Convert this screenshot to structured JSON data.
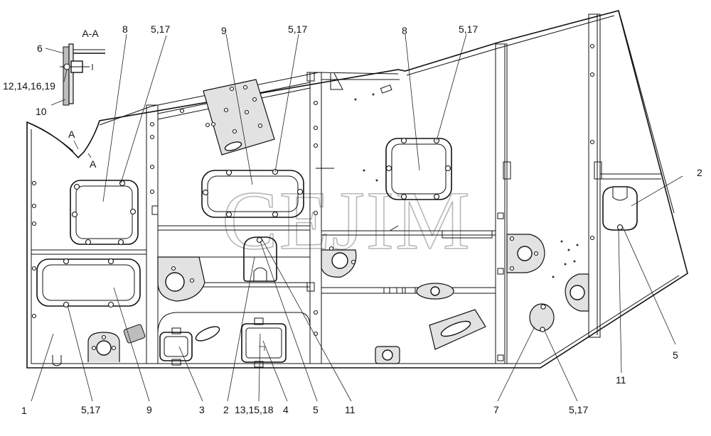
{
  "watermark": "CEJIM",
  "section_title": "A-A",
  "section_marks": [
    "A",
    "A"
  ],
  "callouts": {
    "c1": "1",
    "c2_top": "2",
    "c2_bottom": "2",
    "c3": "3",
    "c4": "4",
    "c5_mid": "5",
    "c5_right": "5",
    "c6": "6",
    "c7": "7",
    "c8_left": "8",
    "c8_right": "8",
    "c9_top": "9",
    "c9_bottom": "9",
    "c10": "10",
    "c11_mid": "11",
    "c11_right": "11",
    "c517_top_left": "5,17",
    "c517_top_mid": "5,17",
    "c517_top_right": "5,17",
    "c517_bottom_left": "5,17",
    "c517_bottom_right": "5,17",
    "c12": "12,14,16,19",
    "c13": "13,15,18"
  }
}
